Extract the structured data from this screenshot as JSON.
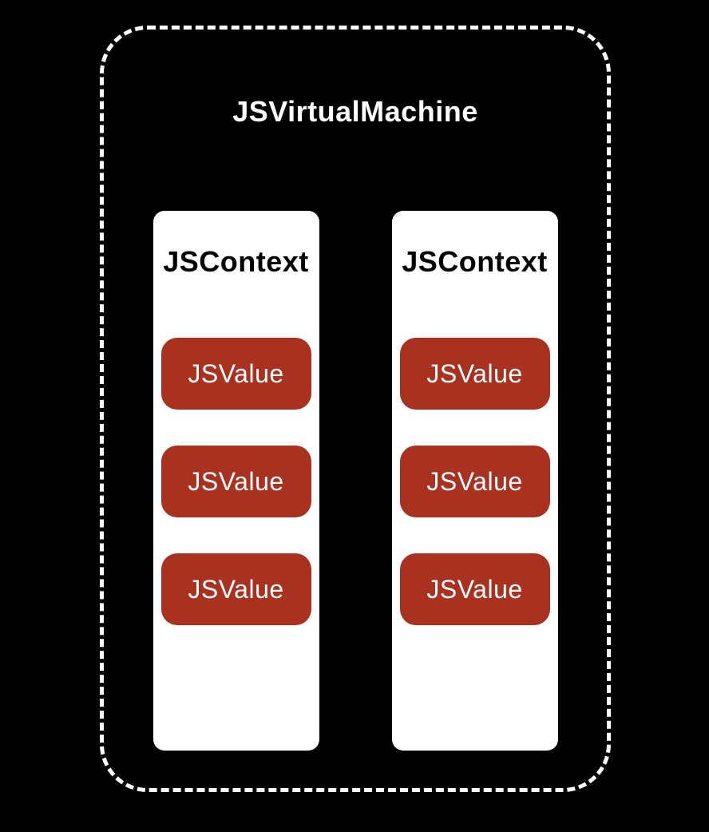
{
  "diagram": {
    "title": "JSVirtualMachine",
    "contexts": [
      {
        "label": "JSContext",
        "values": [
          "JSValue",
          "JSValue",
          "JSValue"
        ]
      },
      {
        "label": "JSContext",
        "values": [
          "JSValue",
          "JSValue",
          "JSValue"
        ]
      }
    ],
    "colors": {
      "background": "#000000",
      "container_border": "#ffffff",
      "title_text": "#ffffff",
      "context_background": "#ffffff",
      "context_text": "#000000",
      "value_background": "#a93120",
      "value_text": "#ffffff"
    }
  }
}
